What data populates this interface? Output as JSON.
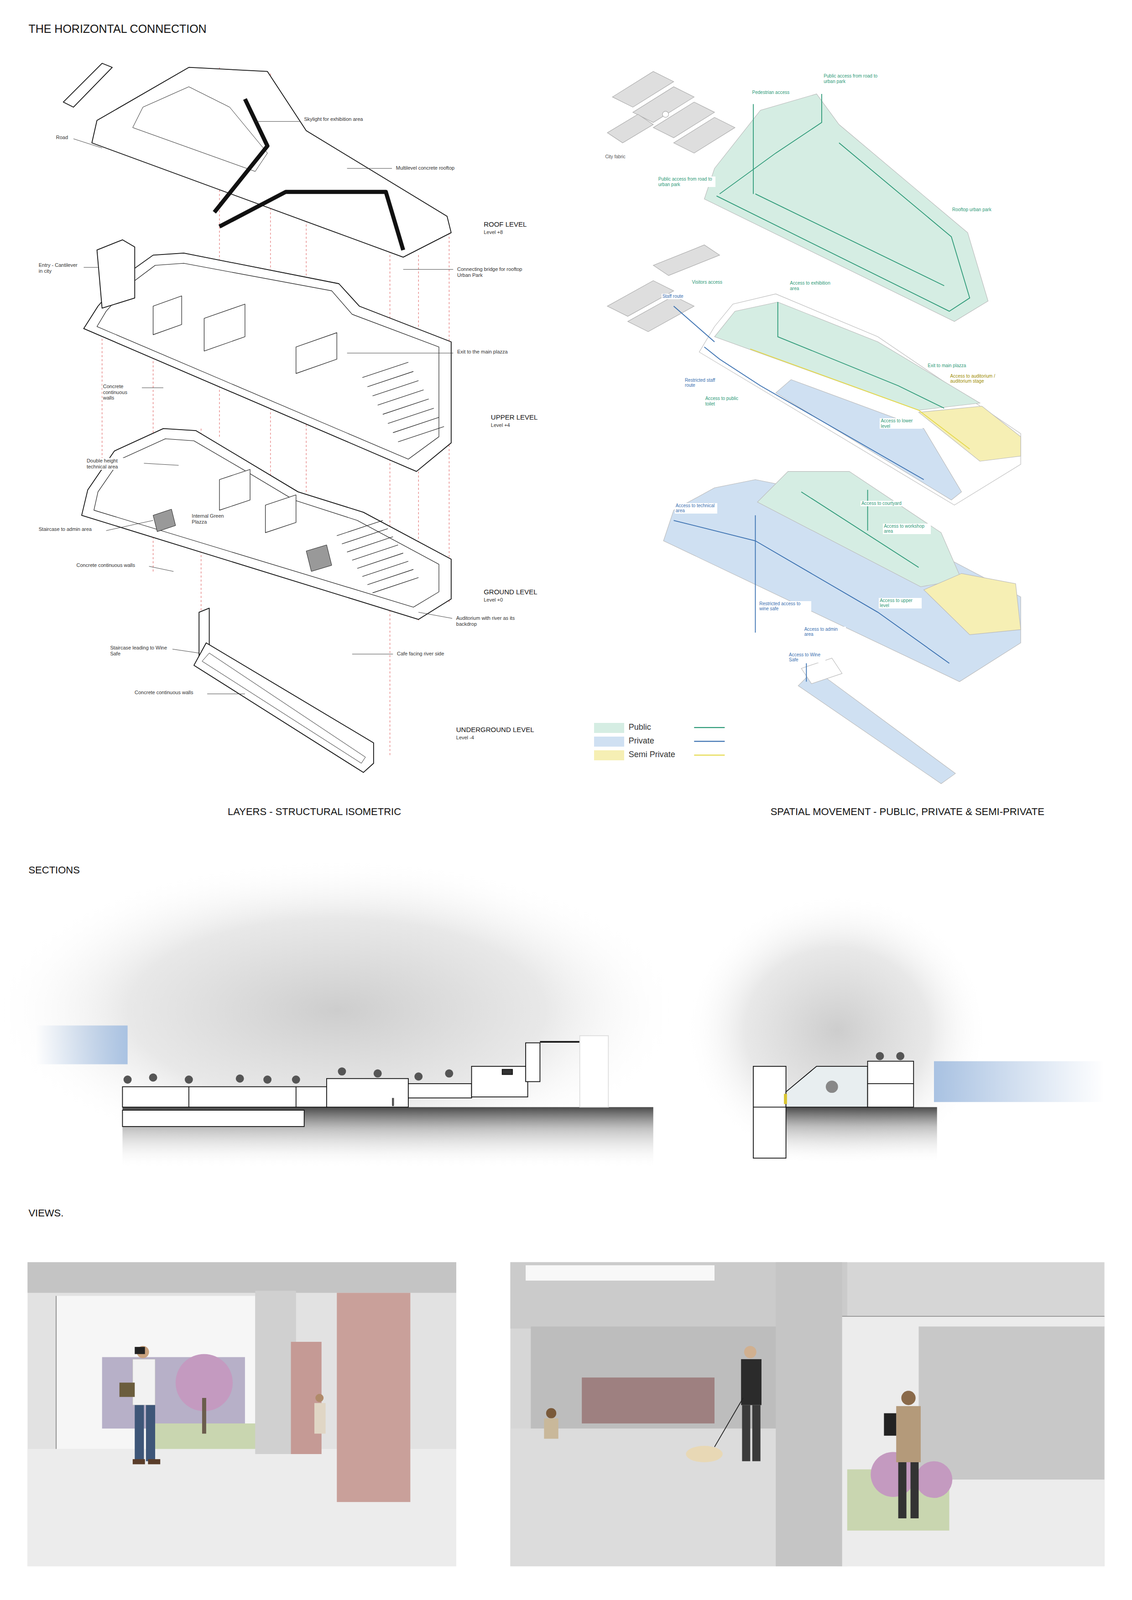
{
  "diagram": {
    "title": "THE HORIZONTAL CONNECTION",
    "labels": [
      "Skylight for exhibition area",
      "Road",
      "Multilevel concrete rooftop",
      "ROOF LEVEL",
      "Level +8",
      "Entry - Cantilever in city",
      "Connecting bridge for rooftop Urban Park",
      "Exit to the main plazza",
      "Concrete continuous walls",
      "UPPER LEVEL",
      "Level +4",
      "Double height technical area",
      "Internal Green Plazza",
      "Staircase to admin area",
      "Concrete continuous walls",
      "GROUND LEVEL",
      "Level +0",
      "Auditorium with river as its backdrop",
      "Staircase leading to Wine Safe",
      "Cafe facing river side",
      "Concrete continuous walls",
      "UNDERGROUND LEVEL",
      "Level -4",
      "LAYERS - STRUCTURAL ISOMETRIC",
      "Pedestrian access",
      "Public access from road to urban park",
      "City fabric",
      "Public access from road to urban park",
      "Rooftop urban park",
      "Visitors access",
      "Staff route",
      "Access to exhibition area",
      "Exit to main plazza",
      "Access to auditorium / auditorium stage",
      "Restricted staff route",
      "Access to public toilet",
      "Access to lower level",
      "Access to technical area",
      "Access to courtyard",
      "Access to workshop area",
      "Restricted access to wine safe",
      "Access to upper level",
      "Access to admin area",
      "Access to Wine Safe",
      "SPATIAL MOVEMENT - PUBLIC, PRIVATE & SEMI-PRIVATE",
      "SECTIONS",
      "VIEWS."
    ],
    "legend": [
      {
        "text": "Public",
        "color": "#d5ede3"
      },
      {
        "text": "Private",
        "color": "#cfe0f2"
      },
      {
        "text": "Semi Private",
        "color": "#f6efb4"
      }
    ]
  }
}
